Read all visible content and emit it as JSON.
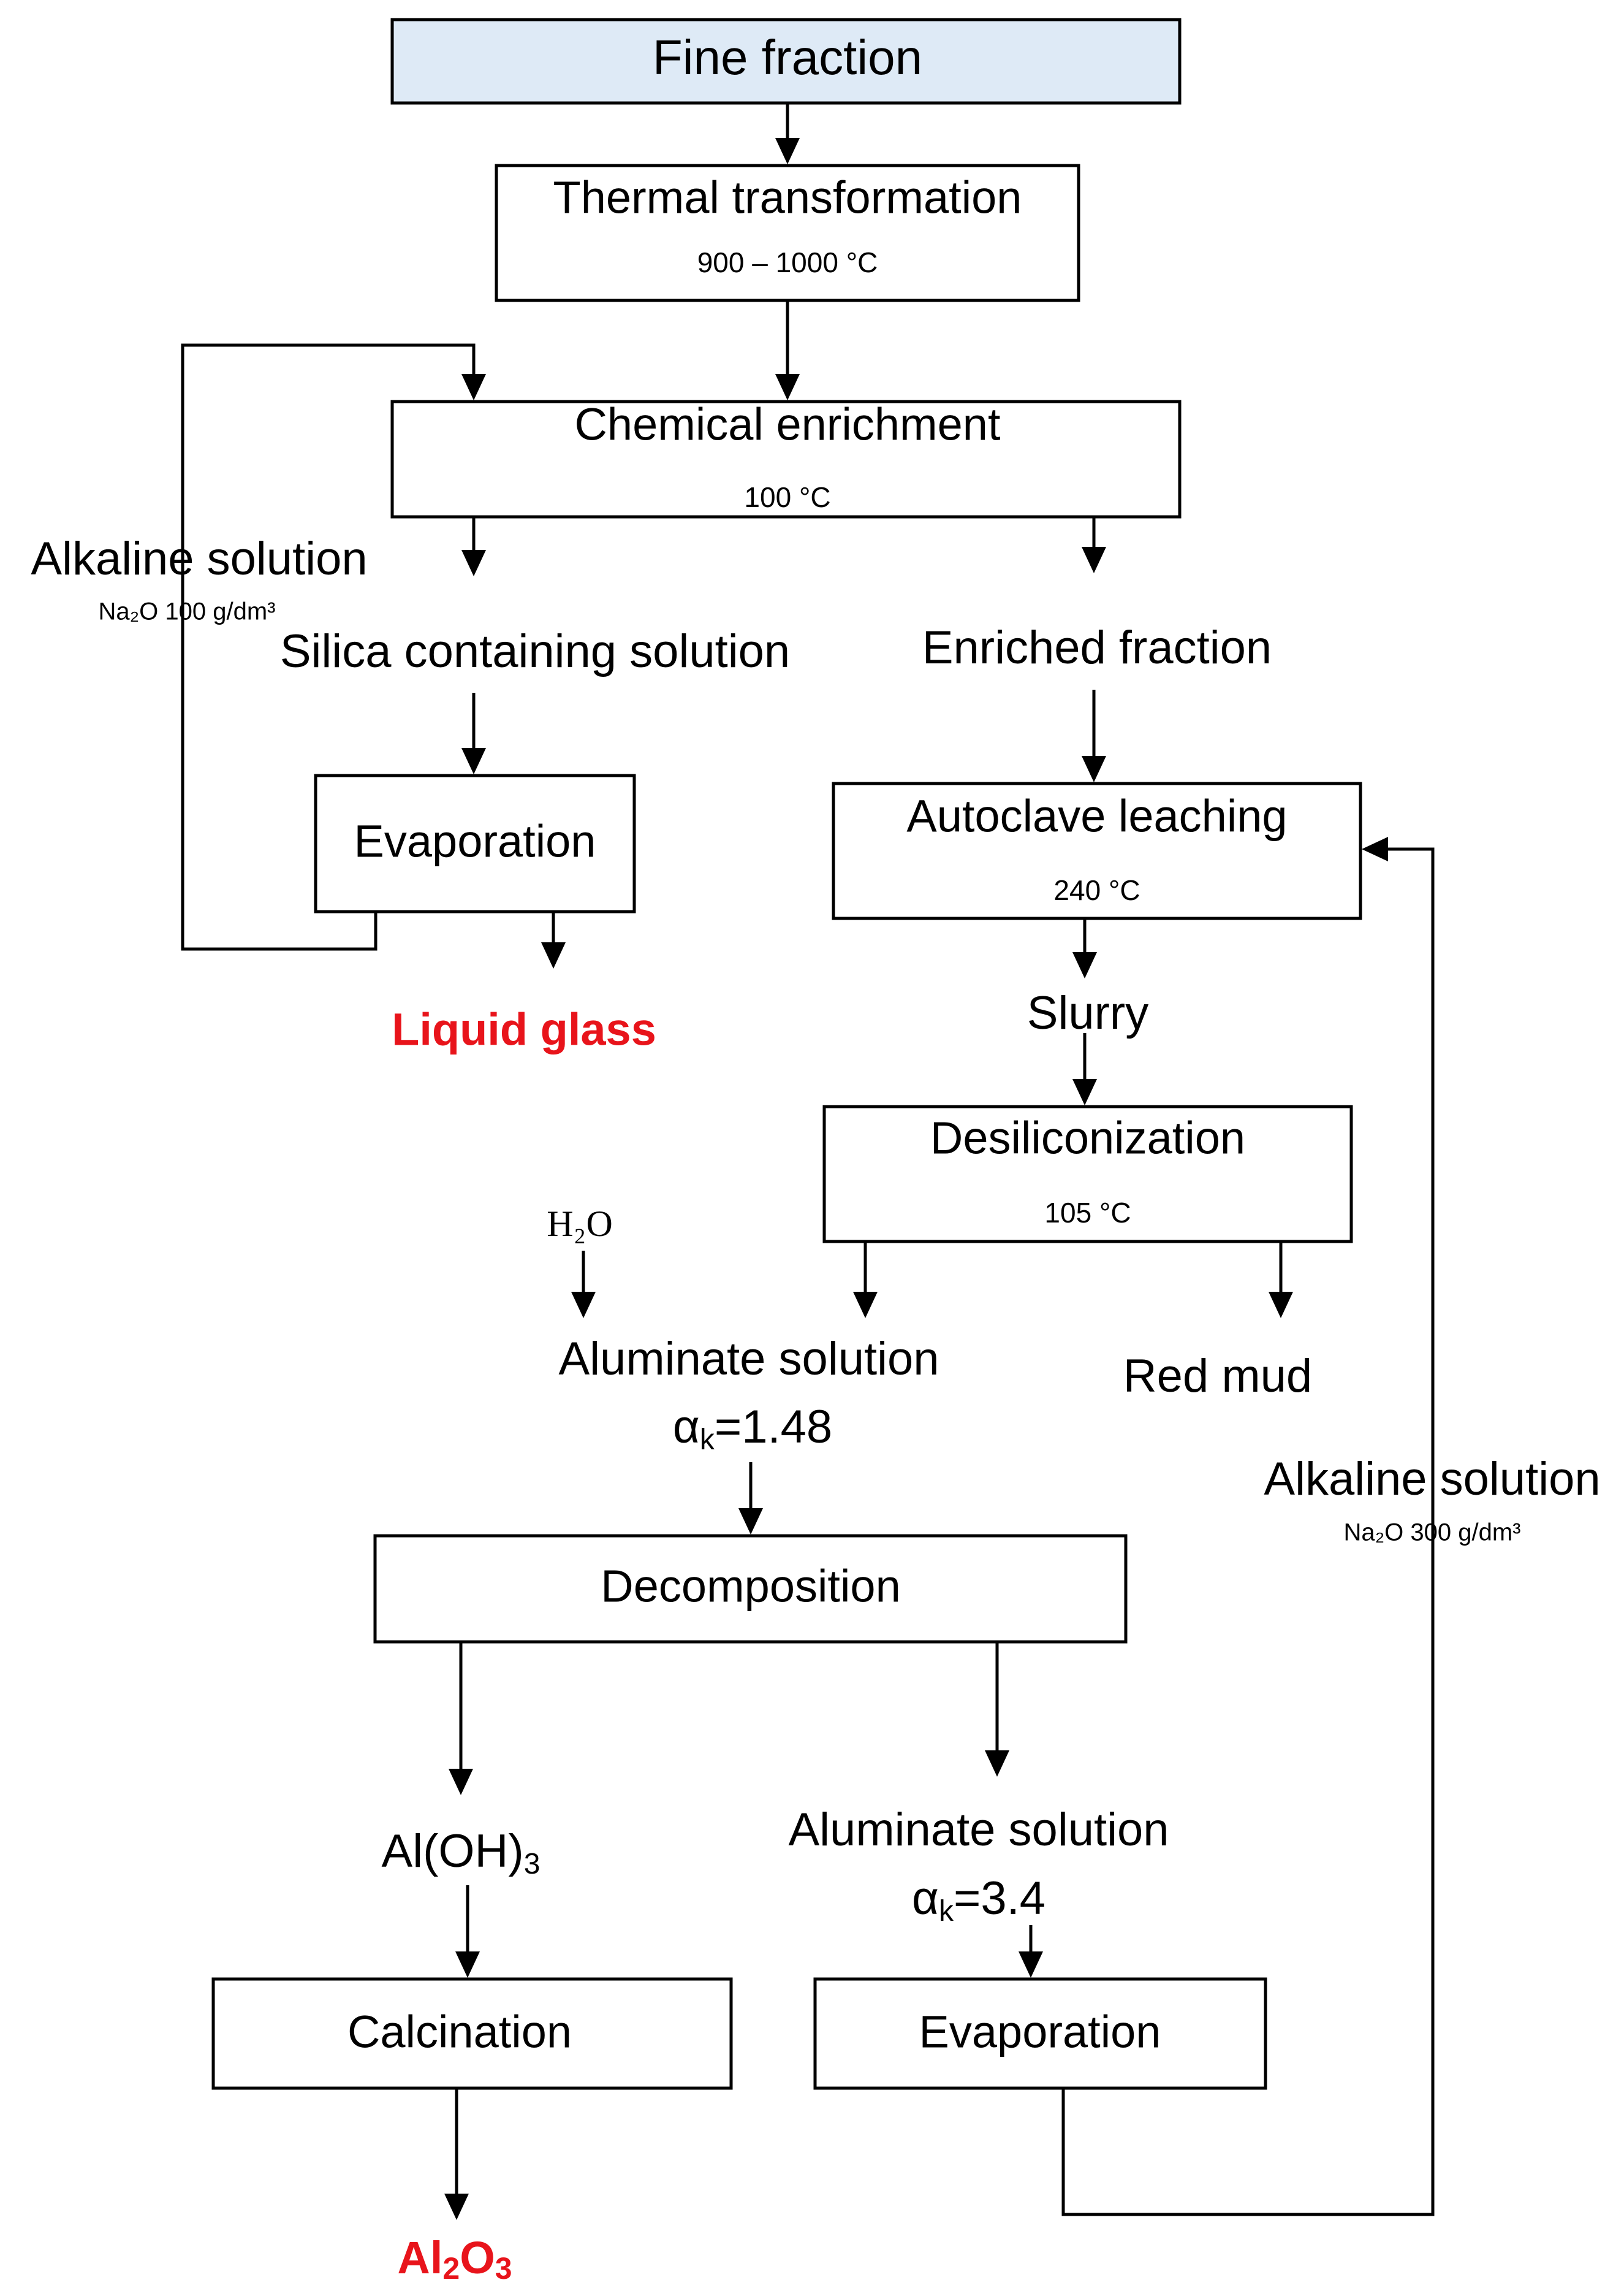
{
  "colors": {
    "start_box_fill": "#deeaf6",
    "product_text": "#e8141b",
    "lines": "#000000"
  },
  "steps": {
    "fine_fraction": "Fine fraction",
    "thermal_transformation": "Thermal transformation",
    "thermal_temperature": "900  – 1000 °C",
    "chemical_enrichment": "Chemical enrichment",
    "chemical_temperature": "100 °C",
    "evaporation_left": "Evaporation",
    "autoclave_leaching": "Autoclave leaching",
    "autoclave_temperature": "240 °C",
    "desiliconization": "Desiliconization",
    "desiliconization_temperature": "105 °C",
    "decomposition": "Decomposition",
    "calcination": "Calcination",
    "evaporation_right": "Evaporation"
  },
  "streams": {
    "alkaline_solution_left": "Alkaline solution",
    "alkaline_left_concentration": "Na₂O 100 g/dm³",
    "silica_solution": "Silica containing solution",
    "enriched_fraction": "Enriched fraction",
    "slurry": "Slurry",
    "water": "H₂O",
    "aluminate_solution_1": "Aluminate solution",
    "alpha_1_symbol": "α",
    "alpha_1_subscript": "k",
    "alpha_1_value": "=1.48",
    "red_mud": "Red mud",
    "alkaline_solution_right": "Alkaline solution",
    "alkaline_right_concentration": "Na₂O 300 g/dm³",
    "aluminium_hydroxide": "Al(OH)",
    "aluminium_hydroxide_subscript": "3",
    "aluminate_solution_2": "Aluminate solution",
    "alpha_2_symbol": "α",
    "alpha_2_subscript": "k",
    "alpha_2_value": "=3.4"
  },
  "products": {
    "liquid_glass": "Liquid glass",
    "alumina_part_1": "Al",
    "alumina_sub_1": "2",
    "alumina_part_2": "O",
    "alumina_sub_2": "3"
  }
}
